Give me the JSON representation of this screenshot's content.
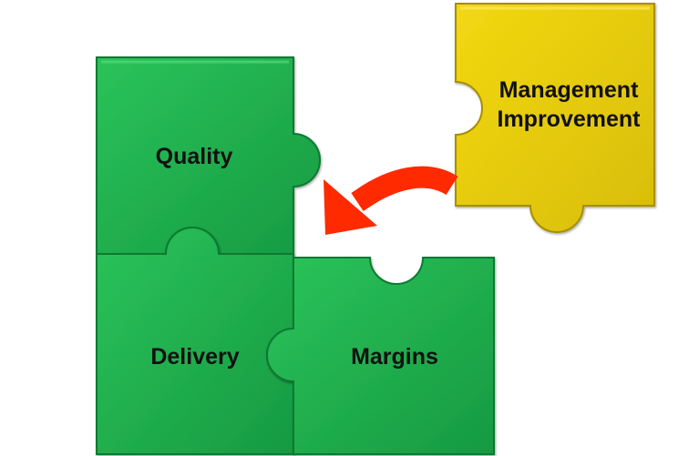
{
  "diagram": {
    "pieces": {
      "quality": {
        "label": "Quality"
      },
      "delivery": {
        "label": "Delivery"
      },
      "margins": {
        "label": "Margins"
      },
      "management": {
        "label_line1": "Management",
        "label_line2": "Improvement"
      }
    },
    "arrow": {
      "direction": "from management piece toward the empty slot of the green puzzle"
    },
    "colors": {
      "green_fill": "#20b24e",
      "green_edge": "#0c7a30",
      "yellow_fill": "#e6cc0a",
      "yellow_edge": "#a88e00",
      "arrow": "#ff2a00",
      "text": "#111111"
    }
  }
}
